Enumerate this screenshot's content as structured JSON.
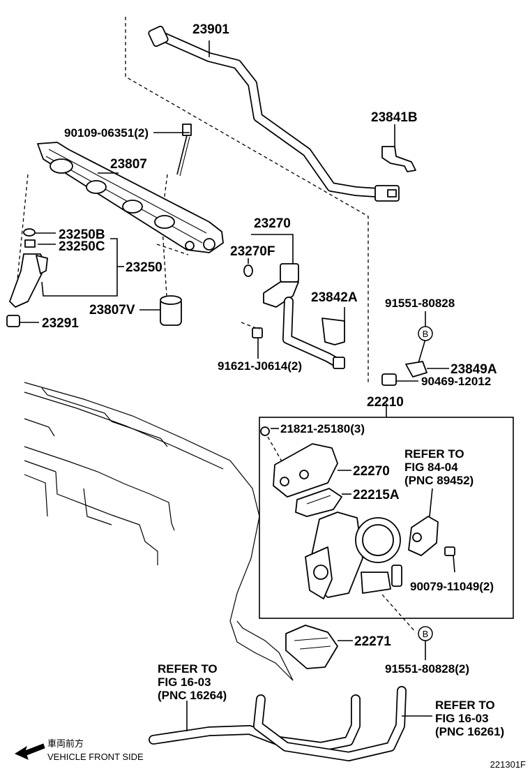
{
  "labels": {
    "p23901": "23901",
    "p23841b": "23841B",
    "p90109": "90109-06351(2)",
    "p23807": "23807",
    "p23250b": "23250B",
    "p23250c": "23250C",
    "p23250": "23250",
    "p23807v": "23807V",
    "p23291": "23291",
    "p23270": "23270",
    "p23270f": "23270F",
    "p23842a": "23842A",
    "p91621": "91621-J0614(2)",
    "p91551a": "91551-80828",
    "p23849a": "23849A",
    "p90469": "90469-12012",
    "p22210": "22210",
    "p21821": "21821-25180(3)",
    "p22270": "22270",
    "p22215a": "22215A",
    "p90079": "90079-11049(2)",
    "p22271": "22271",
    "p91551b": "91551-80828(2)"
  },
  "callouts": {
    "b_top": "B",
    "b_bottom": "B"
  },
  "refer_84": {
    "line1": "REFER TO",
    "line2": "FIG 84-04",
    "line3": "(PNC 89452)"
  },
  "refer_16264": {
    "line1": "REFER TO",
    "line2": "FIG 16-03",
    "line3": "(PNC 16264)"
  },
  "refer_16261": {
    "line1": "REFER TO",
    "line2": "FIG 16-03",
    "line3": "(PNC 16261)"
  },
  "direction": {
    "japanese": "車両前方",
    "english": "VEHICLE FRONT SIDE"
  },
  "figure_id": "221301F"
}
